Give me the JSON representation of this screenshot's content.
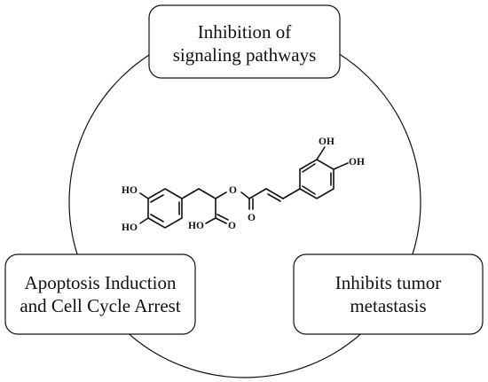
{
  "diagram": {
    "top_box": {
      "line1": "Inhibition of",
      "line2": "signaling pathways"
    },
    "left_box": {
      "line1": "Apoptosis Induction",
      "line2": "and Cell Cycle Arrest"
    },
    "right_box": {
      "line1": "Inhibits tumor",
      "line2": "metastasis"
    },
    "molecule_labels": {
      "ho_upper": "HO",
      "ho_lower": "HO",
      "ho_acid": "HO",
      "o_acid": "O",
      "o_ester": "O",
      "o_carbonyl": "O",
      "oh_top": "OH",
      "oh_right": "OH"
    },
    "colors": {
      "stroke": "#111111",
      "background": "#ffffff"
    }
  }
}
